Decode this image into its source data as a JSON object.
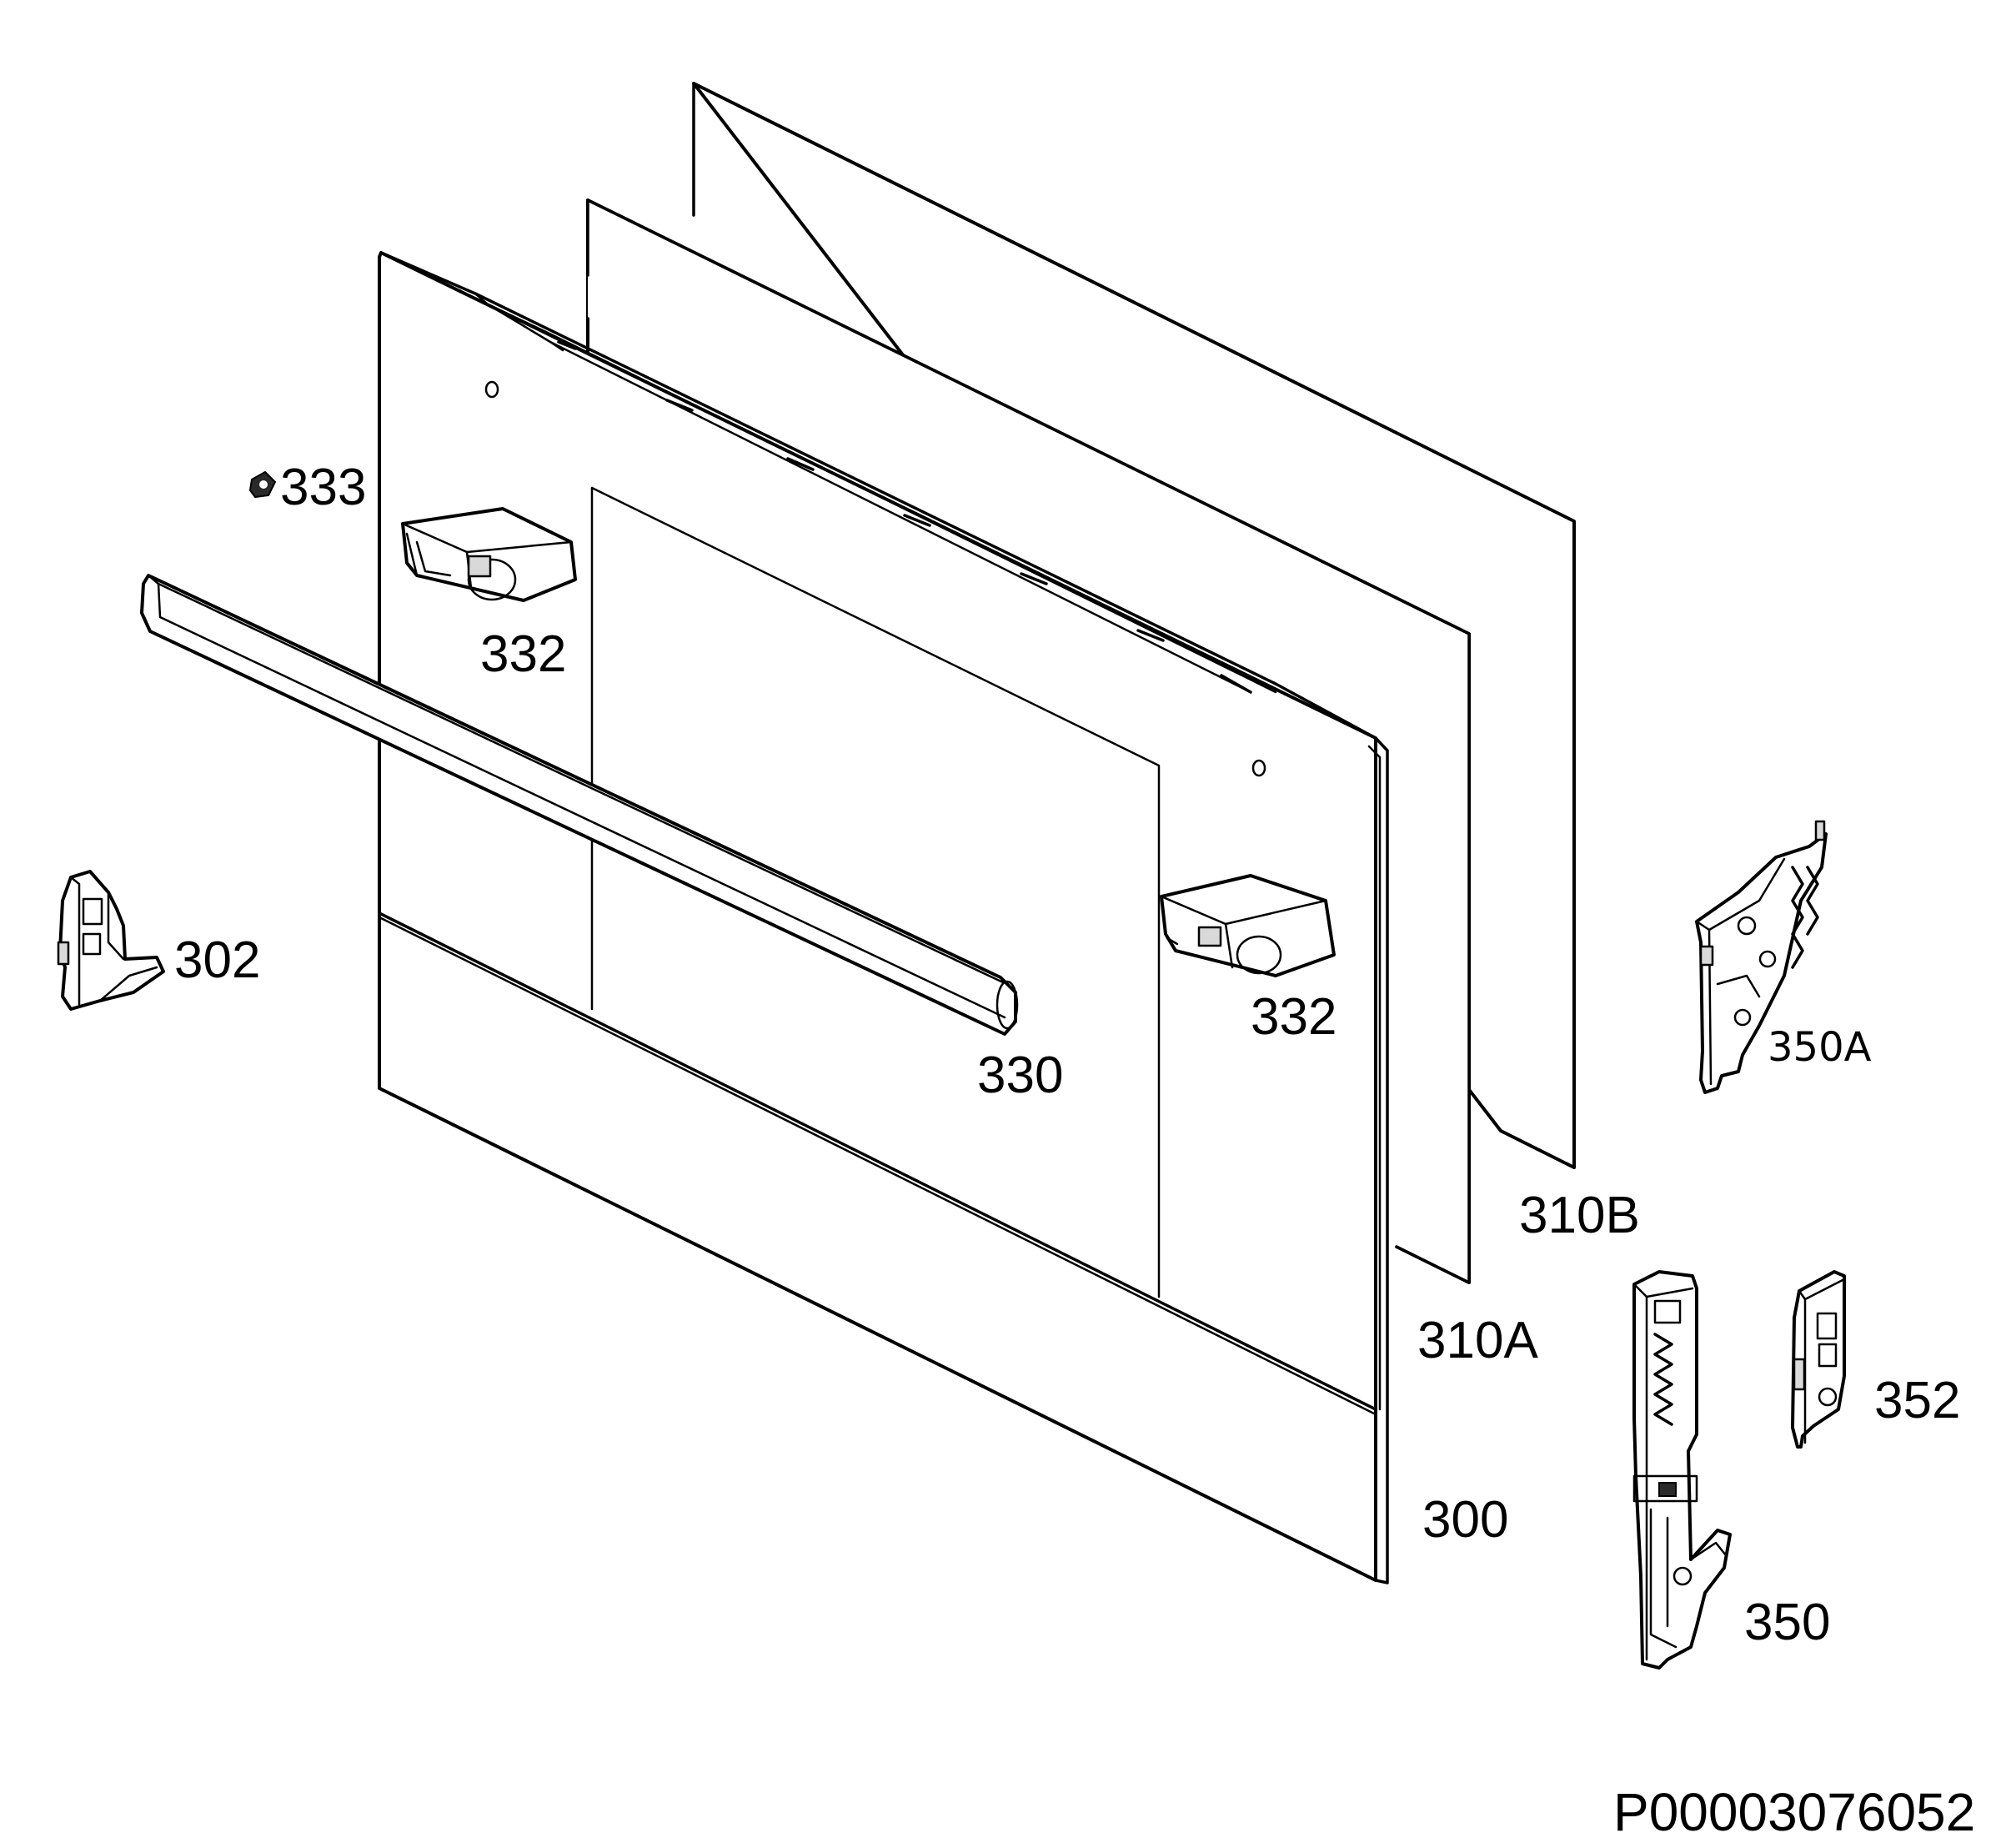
{
  "diagram": {
    "drawing_code": "P00003076052",
    "parts": [
      {
        "id": "p310B",
        "label": "310B"
      },
      {
        "id": "p310A",
        "label": "310A"
      },
      {
        "id": "p300",
        "label": "300"
      },
      {
        "id": "p333",
        "label": "333"
      },
      {
        "id": "p332a",
        "label": "332"
      },
      {
        "id": "p332b",
        "label": "332"
      },
      {
        "id": "p330",
        "label": "330"
      },
      {
        "id": "p302",
        "label": "302"
      },
      {
        "id": "p350A",
        "label": "350A"
      },
      {
        "id": "p350",
        "label": "350"
      },
      {
        "id": "p352",
        "label": "352"
      }
    ]
  }
}
